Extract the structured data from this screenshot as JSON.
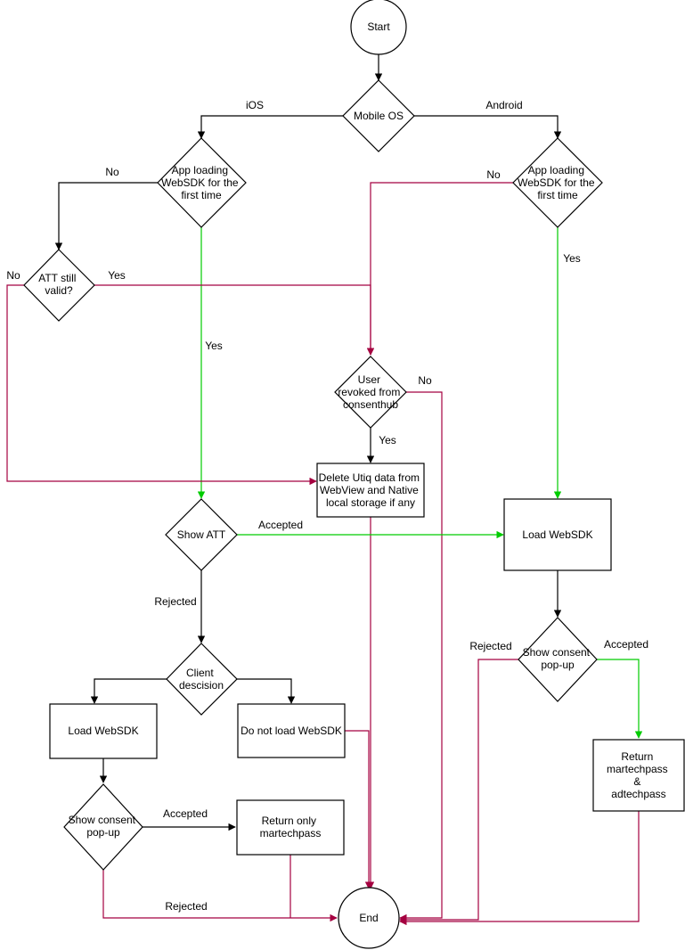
{
  "colors": {
    "black": "#000000",
    "green": "#00cc00",
    "crimson": "#a50040"
  },
  "nodes": {
    "start": "Start",
    "mobile_os": "Mobile OS",
    "ios_first_time": [
      "App loading",
      "WebSDK for the",
      "first time"
    ],
    "android_first_time": [
      "App loading",
      "WebSDK for the",
      "first time"
    ],
    "att_valid": [
      "ATT still",
      "valid?"
    ],
    "user_revoked": [
      "User",
      "revoked from",
      "consenthub"
    ],
    "delete_utiq": [
      "Delete Utiq data from",
      "WebView and Native",
      "local storage if any"
    ],
    "show_att": "Show ATT",
    "load_websdk_right": "Load WebSDK",
    "show_consent_right": [
      "Show consent",
      "pop-up"
    ],
    "return_both": [
      "Return",
      "martechpass",
      "&",
      "adtechpass"
    ],
    "client_decision": [
      "Client",
      "descision"
    ],
    "load_websdk_left": "Load WebSDK",
    "do_not_load": "Do not load WebSDK",
    "show_consent_left": [
      "Show consent",
      "pop-up"
    ],
    "return_martech": [
      "Return only",
      "martechpass"
    ],
    "end": "End"
  },
  "edge_labels": {
    "ios": "iOS",
    "android": "Android",
    "ios_no": "No",
    "android_no": "No",
    "att_no": "No",
    "att_yes": "Yes",
    "ios_yes": "Yes",
    "android_yes": "Yes",
    "revoked_no": "No",
    "revoked_yes": "Yes",
    "att_accepted": "Accepted",
    "att_rejected": "Rejected",
    "right_rejected": "Rejected",
    "right_accepted": "Accepted",
    "left_accepted": "Accepted",
    "left_rejected": "Rejected"
  }
}
